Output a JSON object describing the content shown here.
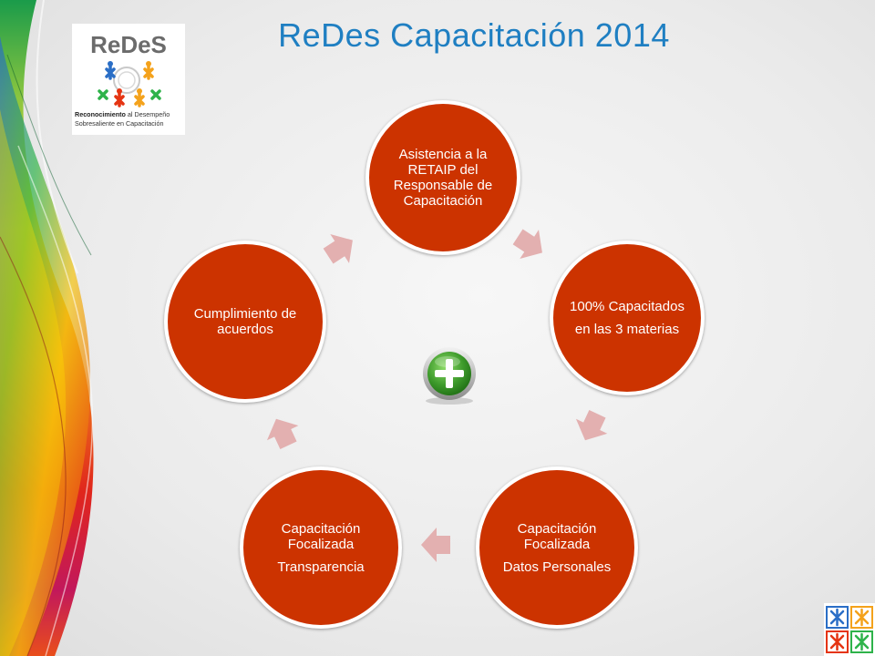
{
  "slide": {
    "title": "ReDes Capacitación 2014"
  },
  "logo": {
    "wordmark": "ReDeS",
    "line1_bold": "Reconocimiento",
    "line1_rest": " al Desempeño",
    "line2": "Sobresaliente en Capacitación"
  },
  "cycle": {
    "nodes": [
      {
        "lines": [
          "Asistencia a la RETAIP del Responsable de Capacitación"
        ]
      },
      {
        "lines": [
          "100% Capacitados",
          "en las 3 materias"
        ]
      },
      {
        "lines": [
          "Capacitación Focalizada",
          "Datos Personales"
        ]
      },
      {
        "lines": [
          "Capacitación Focalizada",
          "Transparencia"
        ]
      },
      {
        "lines": [
          "Cumplimiento de acuerdos"
        ]
      }
    ]
  },
  "colors": {
    "title": "#1f7fc2",
    "node_fill": "#cc3300",
    "node_border": "#ffffff",
    "arrow": "#e3b0b0",
    "plus_button": "#3d9a2b"
  },
  "icons": {
    "center": "plus-icon",
    "corner": "institution-logo-icon"
  }
}
